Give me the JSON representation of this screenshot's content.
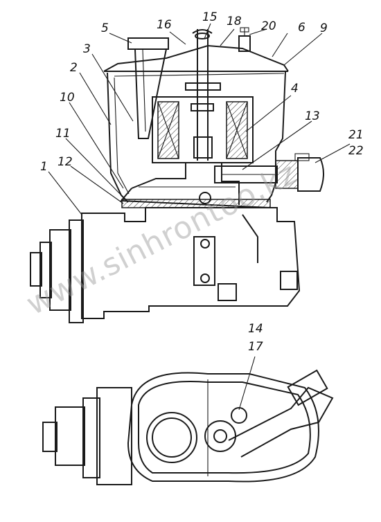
{
  "callouts": {
    "c1": "1",
    "c2": "2",
    "c3": "3",
    "c4": "4",
    "c5": "5",
    "c6": "6",
    "c9": "9",
    "c10": "10",
    "c11": "11",
    "c12": "12",
    "c13": "13",
    "c14": "14",
    "c15": "15",
    "c16": "16",
    "c17": "17",
    "c18": "18",
    "c20": "20",
    "c21": "21",
    "c22": "22"
  },
  "watermark": "www.sinhrontoo.kz"
}
